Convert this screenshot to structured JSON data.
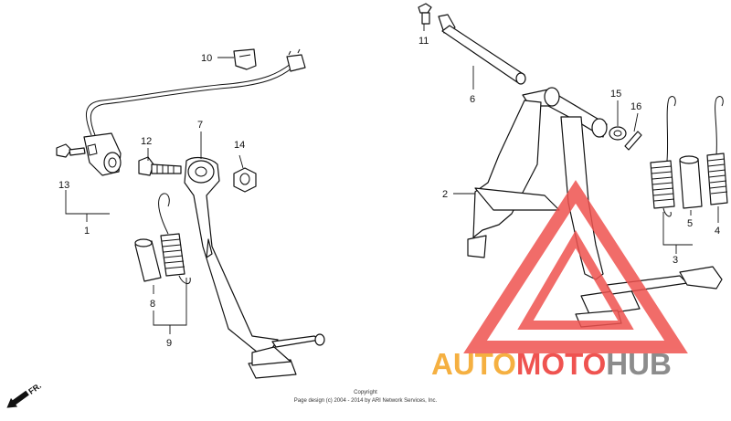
{
  "labels": {
    "l1": "1",
    "l2": "2",
    "l3": "3",
    "l4": "4",
    "l5": "5",
    "l6": "6",
    "l7": "7",
    "l8": "8",
    "l9": "9",
    "l10": "10",
    "l11": "11",
    "l12": "12",
    "l13": "13",
    "l14": "14",
    "l15": "15",
    "l16": "16"
  },
  "fr_label": "FR.",
  "copyright": {
    "line1": "Copyright",
    "line2": "Page design (c) 2004 - 2014 by ARI Network Services, Inc."
  },
  "watermark": {
    "part1": "AUTO",
    "part2": "MOTO",
    "part3": "HUB",
    "colors": {
      "orange": "#f5b041",
      "red": "#ef5350",
      "gray": "#8c8c8c"
    }
  }
}
